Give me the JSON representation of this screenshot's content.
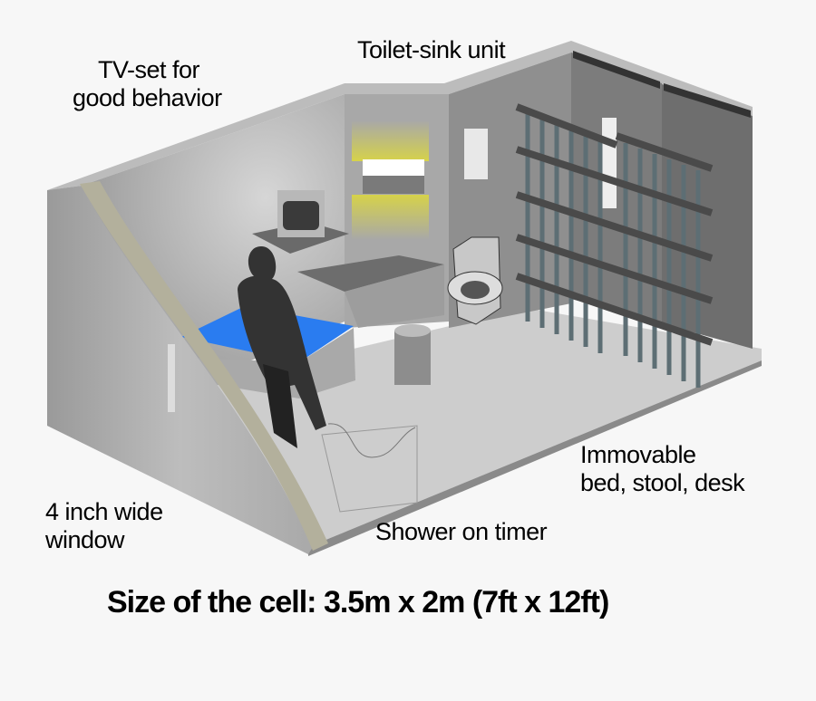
{
  "labels": {
    "tv": [
      "TV-set for",
      "good behavior"
    ],
    "toilet": "Toilet-sink unit",
    "furniture": [
      "Immovable",
      "bed, stool, desk"
    ],
    "window": [
      "4 inch wide",
      "window"
    ],
    "shower": "Shower on timer"
  },
  "title": "Size of the cell: 3.5m x 2m (7ft x 12ft)",
  "colors": {
    "background": "#f7f7f7",
    "mattress": "#2a7cf0",
    "window_frame": "#b3b09c",
    "light": "#d6d24a"
  }
}
